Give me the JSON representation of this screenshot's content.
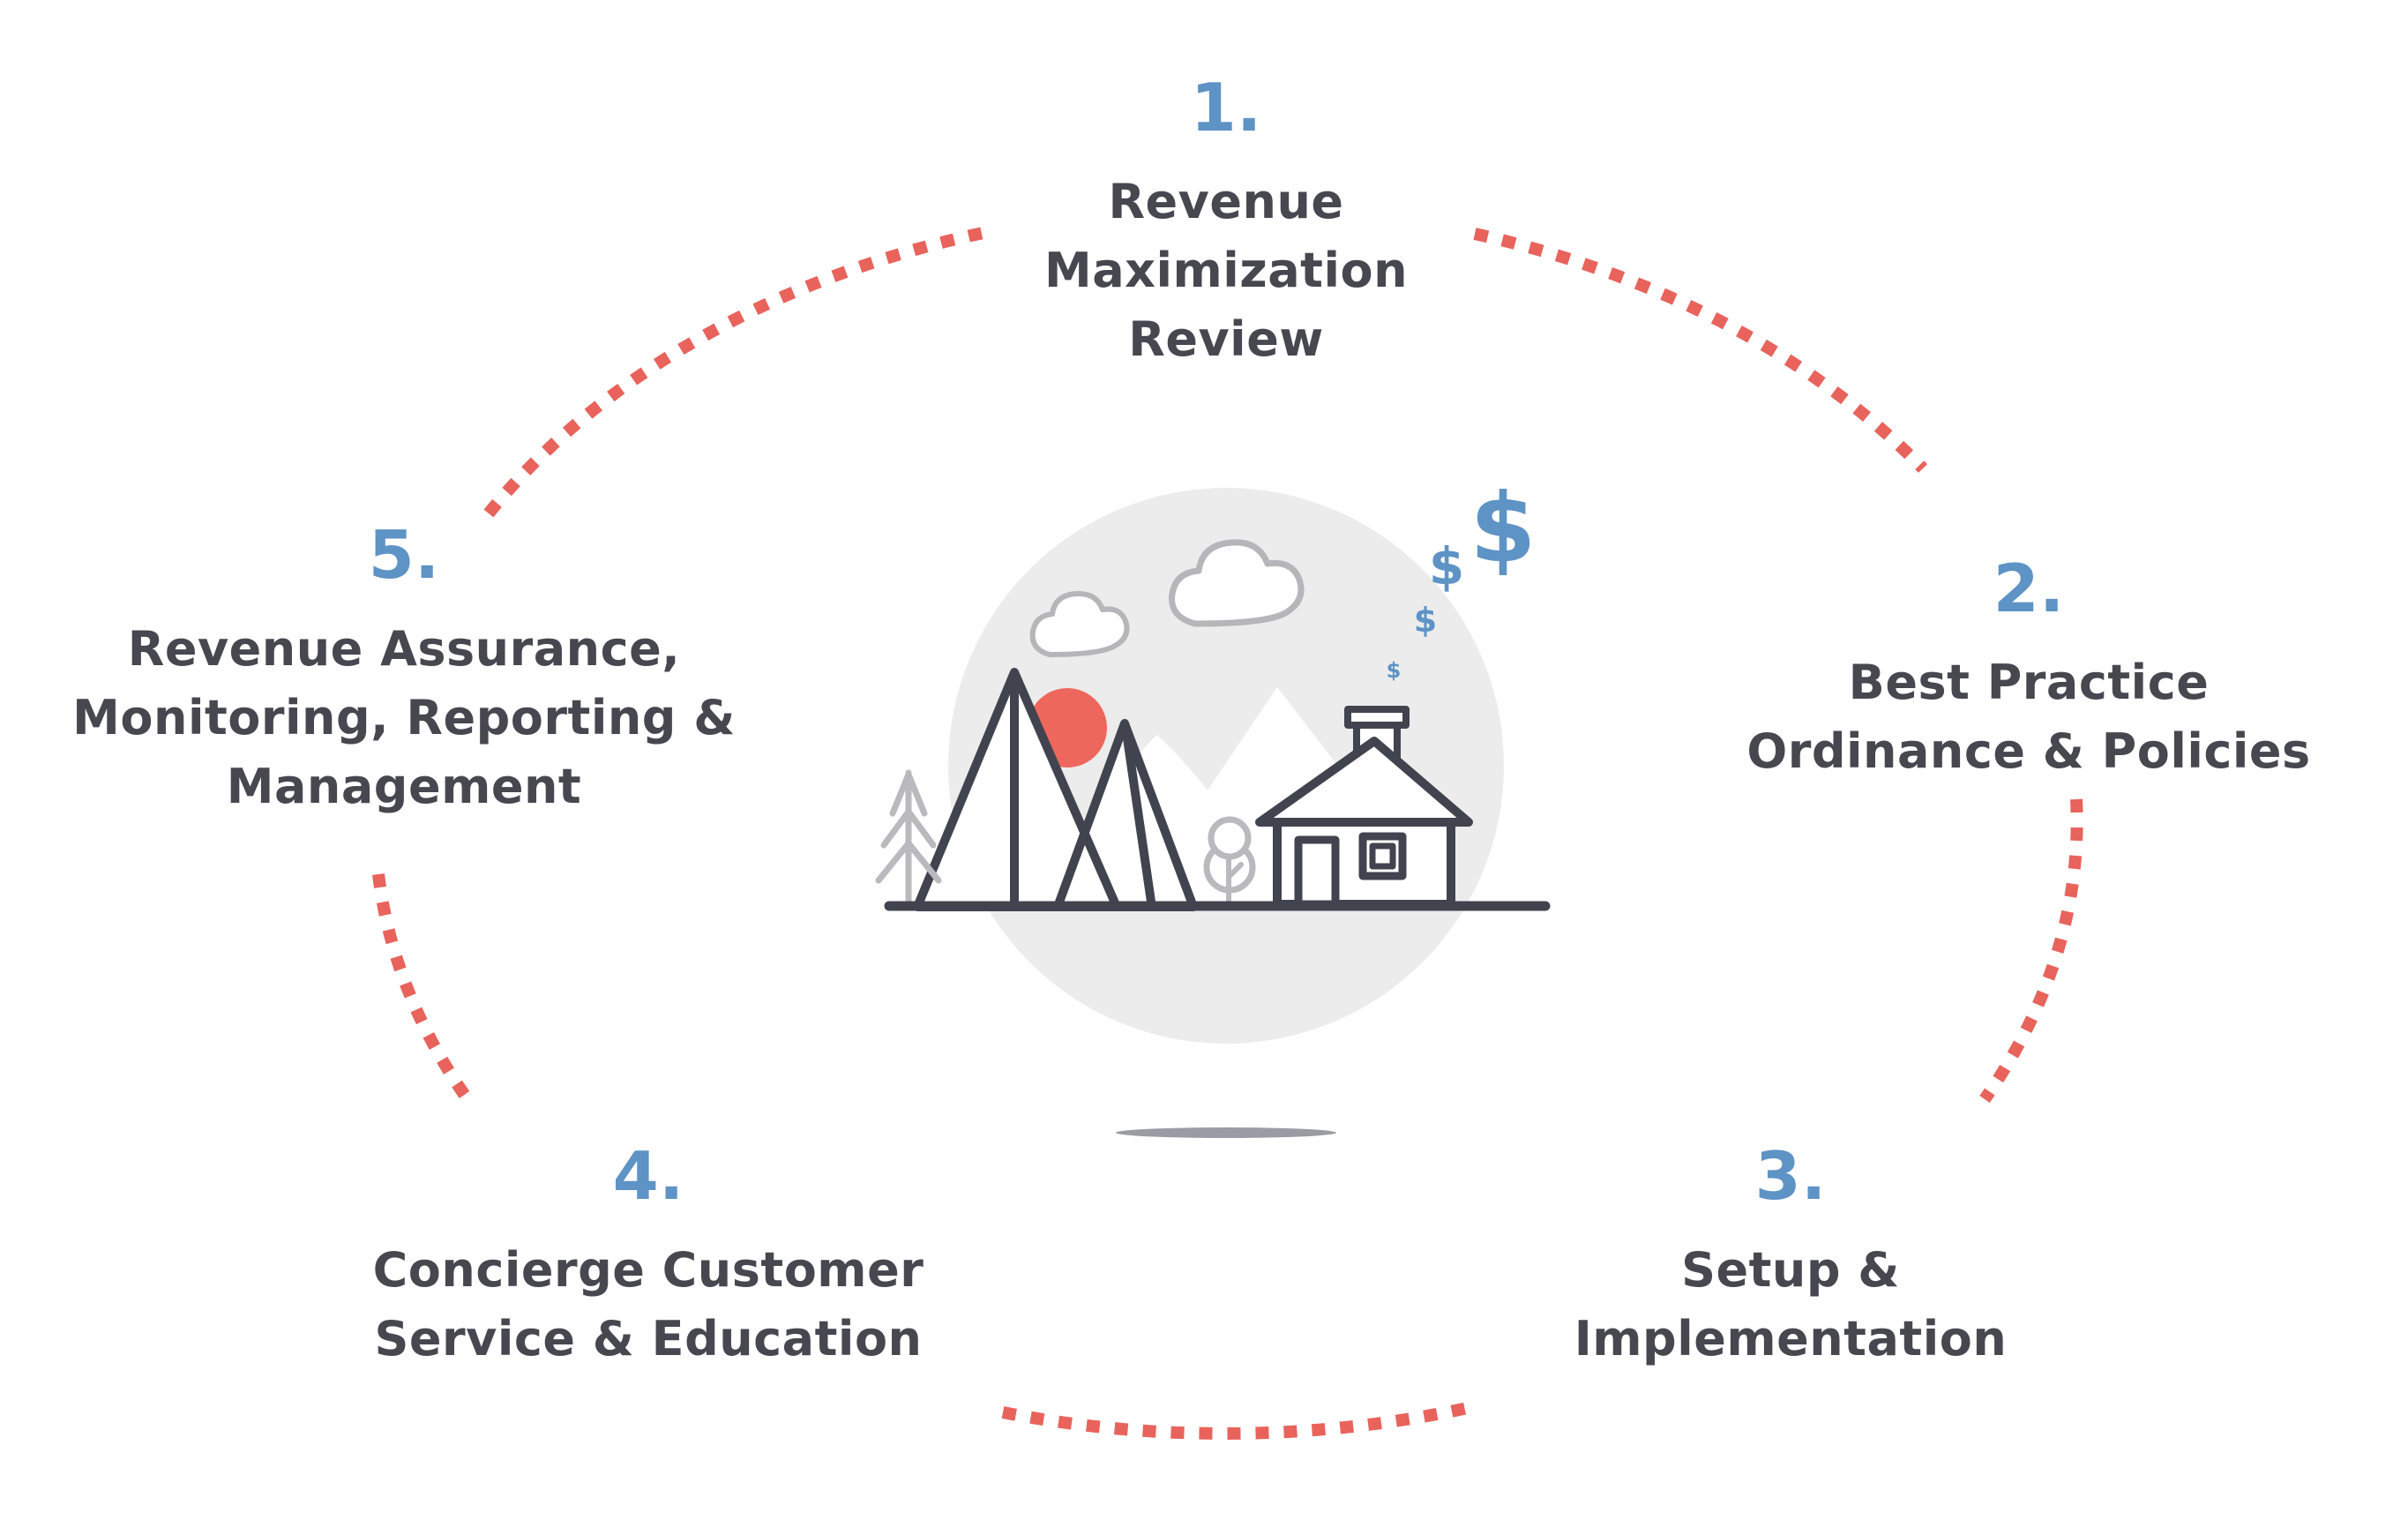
{
  "title": "Five-step revenue service cycle diagram",
  "colors": {
    "accent_blue": "#5E93C5",
    "text_dark": "#474750",
    "coral": "#E8635C",
    "sun_red": "#EE675D",
    "outline_dark": "#41444F",
    "soft_gray": "#B9B9BE",
    "cloud_gray": "#B5B5BA",
    "circle_fill": "#ECECEC",
    "shadow_gray": "#9B9BA3",
    "page_bg": "#FFFFFF"
  },
  "steps": [
    {
      "number": "1.",
      "lines": [
        "Revenue",
        "Maximization",
        "Review"
      ]
    },
    {
      "number": "2.",
      "lines": [
        "Best Practice",
        "Ordinance & Policies"
      ]
    },
    {
      "number": "3.",
      "lines": [
        "Setup &",
        "Implementation"
      ]
    },
    {
      "number": "4.",
      "lines": [
        "Concierge Customer",
        "Service & Education"
      ]
    },
    {
      "number": "5.",
      "lines": [
        "Revenue Assurance,",
        "Monitoring, Reporting &",
        "Management"
      ]
    }
  ],
  "illustration": {
    "dollars": [
      "$",
      "$",
      "$",
      "$"
    ],
    "icons": [
      "backdrop-circle-icon",
      "snow-mountain-icon",
      "sun-icon",
      "mountain-icon",
      "pine-tree-icon",
      "tree-icon",
      "cloud-icon",
      "house-icon",
      "chimney-icon",
      "door-icon",
      "window-icon",
      "dollar-icon",
      "ground-icon",
      "shadow-icon"
    ]
  }
}
